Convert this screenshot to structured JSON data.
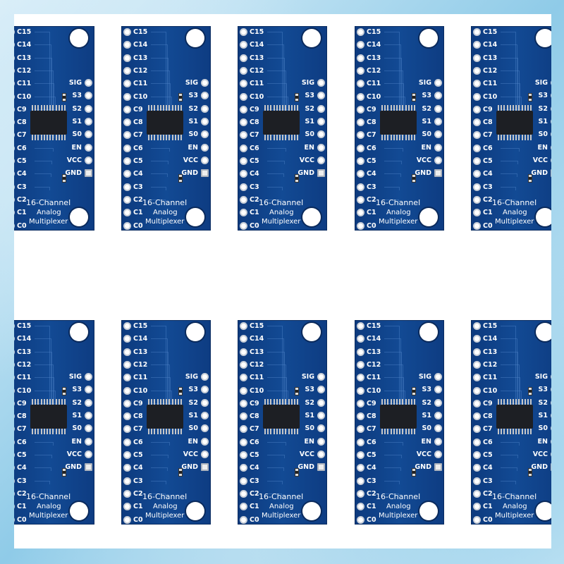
{
  "product": {
    "board_count": 10,
    "board_color": "#124a94",
    "left_pins": [
      "C15",
      "C14",
      "C13",
      "C12",
      "C11",
      "C10",
      "C9",
      "C8",
      "C7",
      "C6",
      "C5",
      "C4",
      "C3",
      "C2",
      "C1",
      "C0"
    ],
    "right_pins": [
      "SIG",
      "S3",
      "S2",
      "S1",
      "S0",
      "EN",
      "VCC",
      "GND"
    ],
    "title_line1": "16-Channel",
    "title_line2": "Analog",
    "title_line3": "Multiplexer"
  }
}
